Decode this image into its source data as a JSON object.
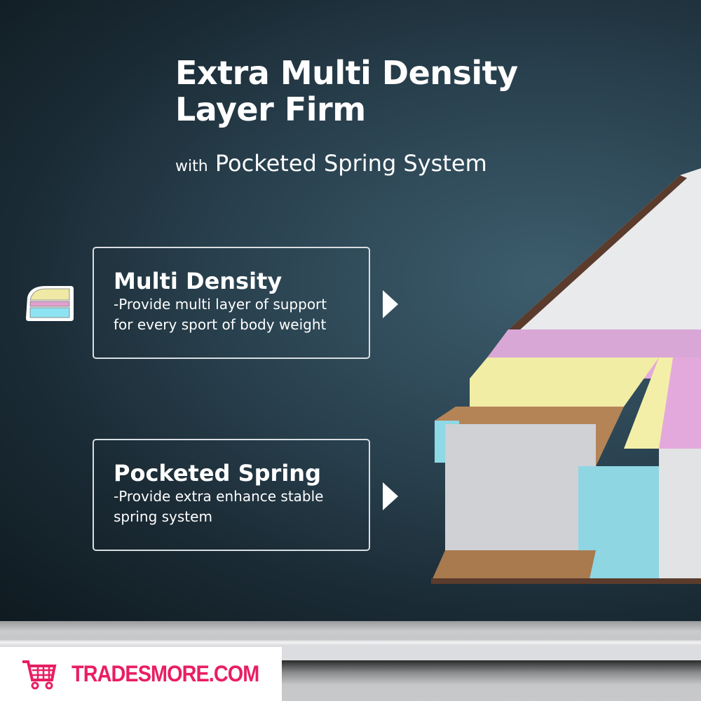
{
  "headline": {
    "line1": "Extra Multi Density",
    "line2": "Layer Firm",
    "sub_prefix": "with",
    "sub_main": "Pocketed Spring System"
  },
  "features": [
    {
      "title": "Multi Density",
      "line1": "-Provide multi layer of support",
      "line2": "for every sport of body weight",
      "icon": "layer-stack-icon"
    },
    {
      "title": "Pocketed Spring",
      "line1": "-Provide extra enhance stable",
      "line2": "spring system",
      "icon": "arrow-right-icon"
    }
  ],
  "brand": {
    "name": "TRADESMORE.COM",
    "icon": "shopping-cart-icon",
    "color": "#e91e63"
  }
}
